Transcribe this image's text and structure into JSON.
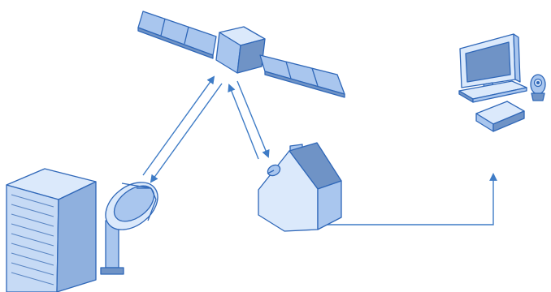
{
  "diagram": {
    "type": "satellite-internet-network",
    "nodes": [
      {
        "id": "satellite",
        "icon": "satellite-icon"
      },
      {
        "id": "server-building",
        "icon": "server-rack-icon"
      },
      {
        "id": "ground-station-dish",
        "icon": "satellite-dish-icon"
      },
      {
        "id": "house-with-dish",
        "icon": "house-icon"
      },
      {
        "id": "computer",
        "icon": "desktop-computer-icon"
      },
      {
        "id": "modem",
        "icon": "modem-icon"
      },
      {
        "id": "webcam",
        "icon": "webcam-icon"
      }
    ],
    "edges": [
      {
        "from": "ground-station-dish",
        "to": "satellite",
        "direction": "both"
      },
      {
        "from": "satellite",
        "to": "house-with-dish",
        "direction": "both"
      },
      {
        "from": "house-with-dish",
        "to": "computer",
        "direction": "to"
      }
    ],
    "colors": {
      "fill_light": "#dbe9fb",
      "fill_mid": "#a9c6ee",
      "fill_dark": "#6f93c6",
      "stroke": "#2f67b8",
      "arrow": "#3f7cc6",
      "background": "#ffffff"
    }
  }
}
